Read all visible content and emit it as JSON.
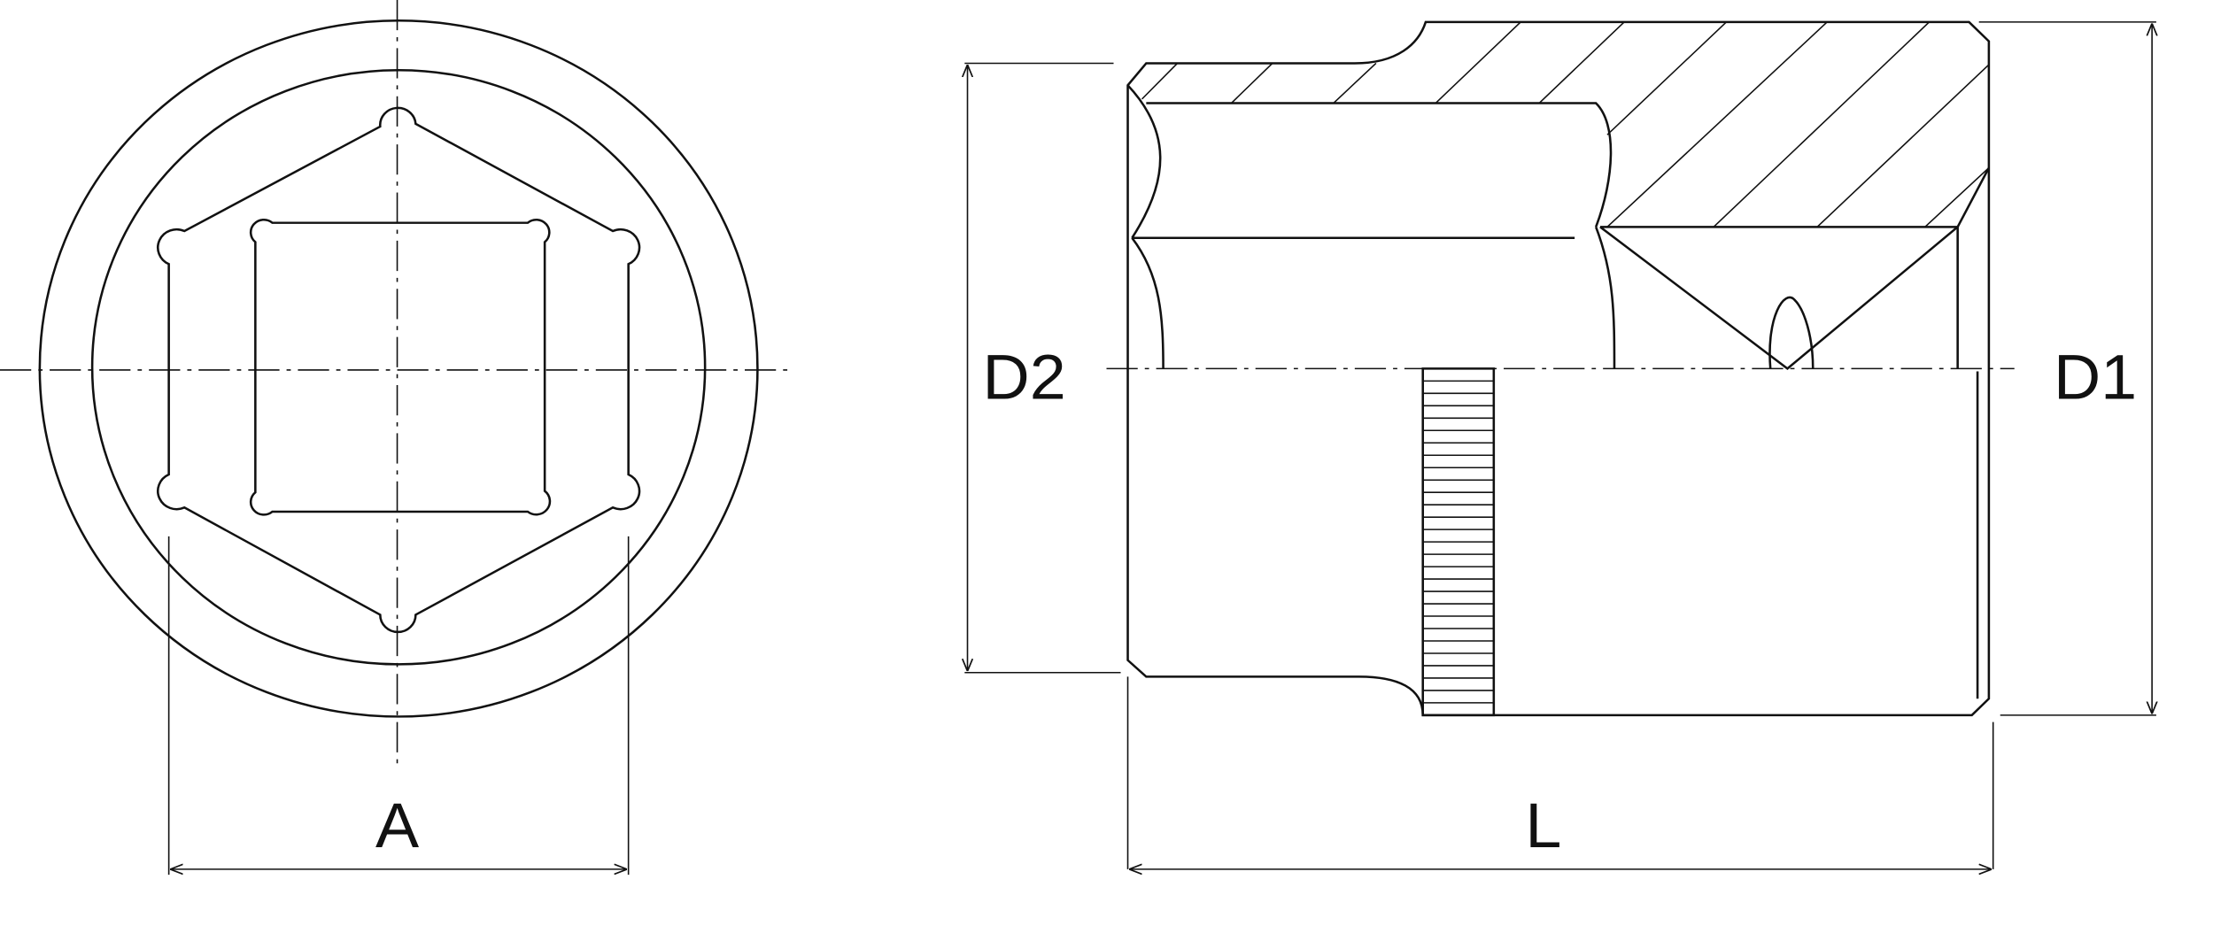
{
  "labels": {
    "a": "A",
    "d1": "D1",
    "d2": "D2",
    "l": "L"
  },
  "colors": {
    "line": "#111111",
    "background": "#ffffff"
  }
}
